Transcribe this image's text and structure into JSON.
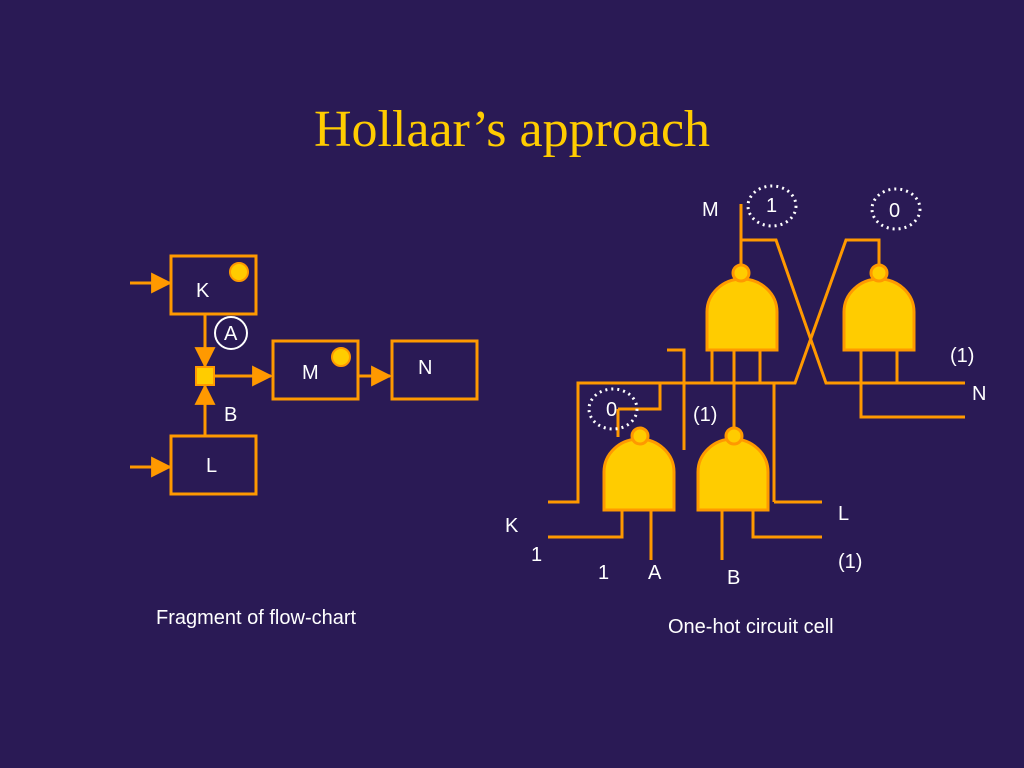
{
  "title": "Hollaar’s approach",
  "flowchart": {
    "caption": "Fragment of flow-chart",
    "box_k": "K",
    "box_m": "M",
    "box_n": "N",
    "box_l": "L",
    "label_a": "A",
    "label_b": "B"
  },
  "circuit": {
    "caption": "One-hot circuit cell",
    "label_m": "M",
    "token_m": "1",
    "token_top_right": "0",
    "label_n_value": "(1)",
    "label_n": "N",
    "token_left": "0",
    "label_mid_value": "(1)",
    "label_l": "L",
    "label_l_value": "(1)",
    "label_k": "K",
    "label_k_value": "1",
    "label_a_value": "1",
    "label_a": "A",
    "label_b": "B"
  },
  "colors": {
    "background": "#2a1a55",
    "wire": "#ff9900",
    "gate_fill": "#ffcc00",
    "title": "#ffcc00",
    "text": "#ffffff"
  }
}
